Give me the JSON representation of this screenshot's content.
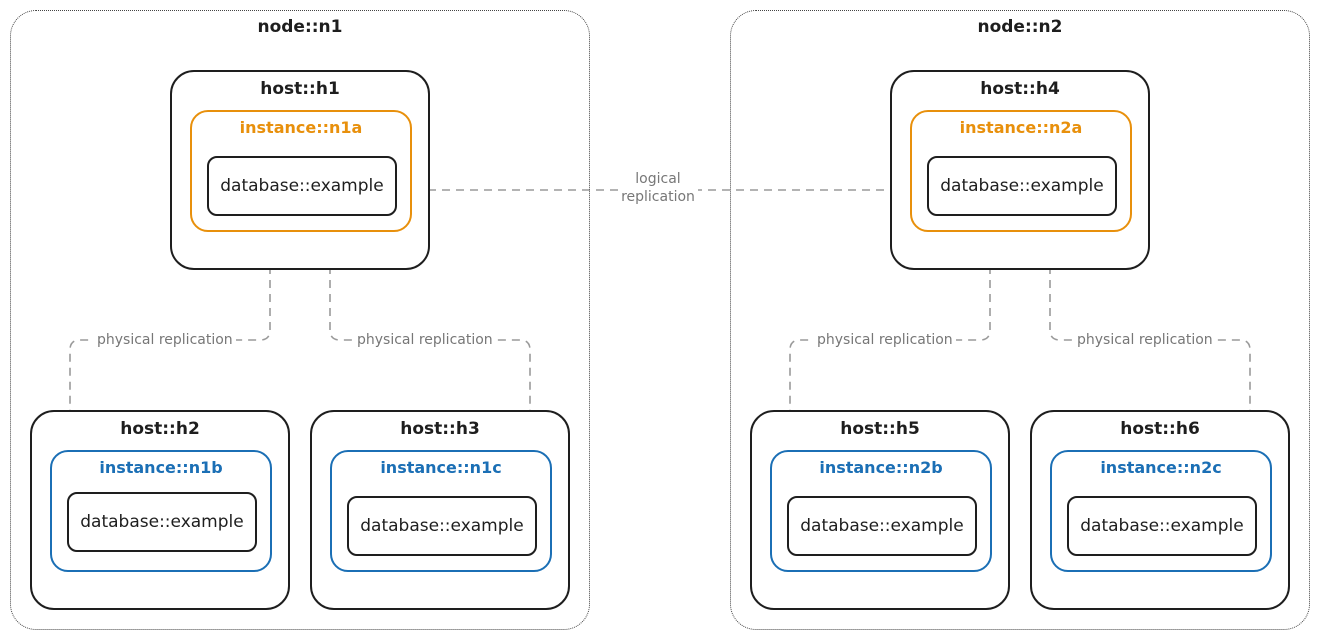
{
  "colors": {
    "primary_instance": "#e8900c",
    "replica_instance": "#1b6fb5",
    "edge": "#9a9a9a"
  },
  "nodes": [
    {
      "label": "node::n1",
      "primary": {
        "host": "host::h1",
        "instance": "instance::n1a",
        "database": "database::example"
      },
      "replicas": [
        {
          "host": "host::h2",
          "instance": "instance::n1b",
          "database": "database::example"
        },
        {
          "host": "host::h3",
          "instance": "instance::n1c",
          "database": "database::example"
        }
      ]
    },
    {
      "label": "node::n2",
      "primary": {
        "host": "host::h4",
        "instance": "instance::n2a",
        "database": "database::example"
      },
      "replicas": [
        {
          "host": "host::h5",
          "instance": "instance::n2b",
          "database": "database::example"
        },
        {
          "host": "host::h6",
          "instance": "instance::n2c",
          "database": "database::example"
        }
      ]
    }
  ],
  "edges": {
    "logical": {
      "label_line1": "logical",
      "label_line2": "replication"
    },
    "physical": [
      {
        "label": "physical replication"
      },
      {
        "label": "physical replication"
      },
      {
        "label": "physical replication"
      },
      {
        "label": "physical replication"
      }
    ]
  }
}
